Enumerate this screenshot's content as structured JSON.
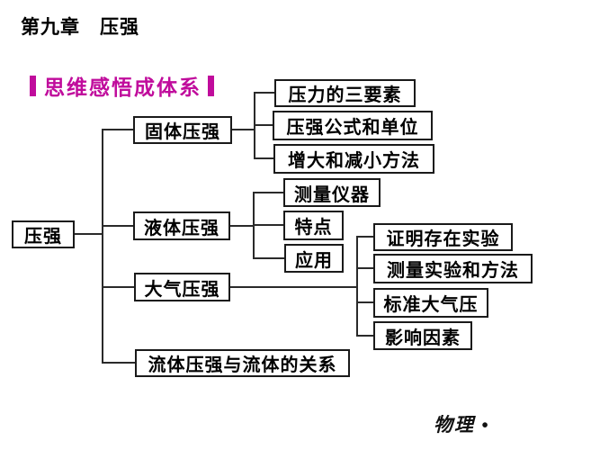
{
  "page_title": "第九章　压强",
  "section_header": {
    "label": "思维感悟成体系"
  },
  "theme": {
    "accent_color": "#c00c9c",
    "box_border_color": "#1a1a1a",
    "connector_color": "#2a2a2a",
    "background_color": "#ffffff"
  },
  "tree": {
    "root": {
      "label": "压强"
    },
    "branches": [
      {
        "label": "固体压强",
        "children": [
          "压力的三要素",
          "压强公式和单位",
          "增大和减小方法"
        ]
      },
      {
        "label": "液体压强",
        "children": [
          "测量仪器",
          "特点",
          "应用"
        ]
      },
      {
        "label": "大气压强",
        "children": [
          "证明存在实验",
          "测量实验和方法",
          "标准大气压",
          "影响因素"
        ]
      },
      {
        "label": "流体压强与流体的关系",
        "children": []
      }
    ]
  },
  "footer": {
    "label": "物理 •"
  }
}
